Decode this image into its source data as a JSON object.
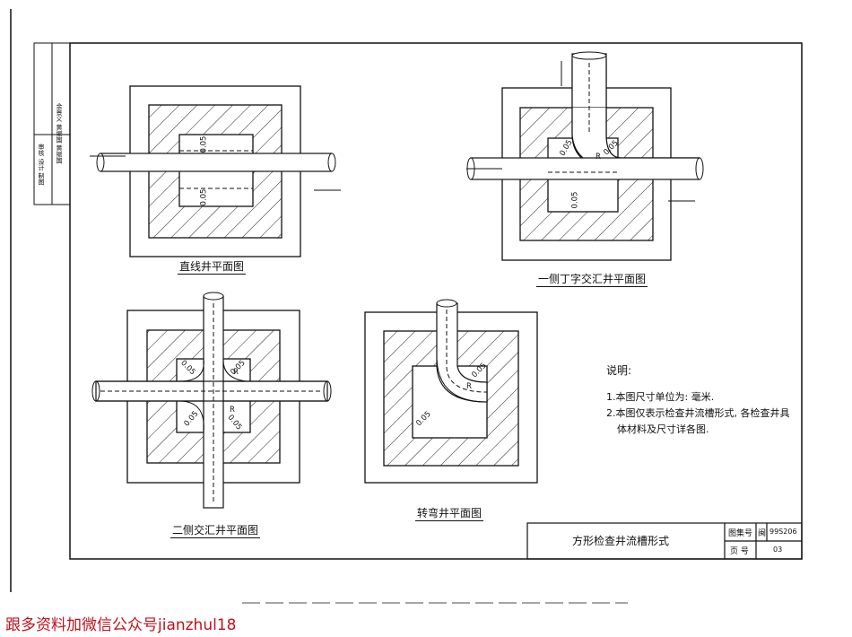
{
  "views": {
    "straight": {
      "caption": "直线井平面图",
      "dim_top": "0.05",
      "dim_bottom": "0.05"
    },
    "side_tee": {
      "caption": "一侧丁字交汇井平面图",
      "dim_a": "0.05",
      "dim_b": "0.05",
      "dim_c": "0.05",
      "r_label": "R"
    },
    "two_side": {
      "caption": "二侧交汇井平面图",
      "dim_a": "0.05",
      "dim_b": "0.05",
      "dim_c": "0.05",
      "dim_d": "0.05",
      "r_label_a": "R",
      "r_label_b": "R"
    },
    "turn": {
      "caption": "转弯井平面图",
      "dim_a": "0.05",
      "dim_b": "0.05",
      "r_label": "R"
    }
  },
  "notes": {
    "title": "说明:",
    "lines": [
      "1.本图尺寸单位为: 毫米.",
      "2.本图仅表示检查井流槽形式, 各检查井具",
      "体材料及尺寸详各图."
    ]
  },
  "title_block": {
    "drawing_title": "方形检查井流槽形式",
    "atlas_label": "图集号",
    "atlas_prefix": "闽",
    "atlas_no": "99S206",
    "page_label": "页  号",
    "page_no": "03"
  },
  "margin_block": {
    "col1": "审核 设计 制图",
    "col2": "余景义 黄振国 黄振国"
  },
  "watermark": "跟多资料加微信公众号jianzhul18"
}
